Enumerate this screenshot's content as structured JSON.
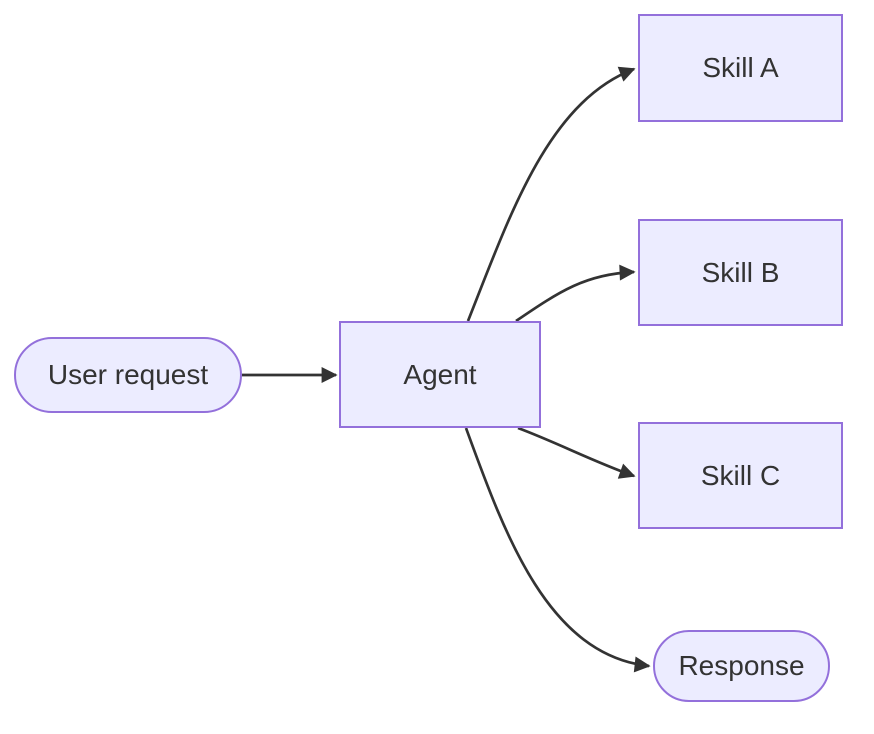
{
  "diagram": {
    "type": "flowchart",
    "direction": "left-to-right",
    "colors": {
      "background": "#ffffff",
      "node_fill": "#ECECFF",
      "node_border": "#9370DB",
      "text": "#333333",
      "edge": "#333333"
    },
    "nodes": [
      {
        "id": "user_request",
        "label": "User request",
        "shape": "stadium"
      },
      {
        "id": "agent",
        "label": "Agent",
        "shape": "rectangle"
      },
      {
        "id": "skill_a",
        "label": "Skill A",
        "shape": "rectangle"
      },
      {
        "id": "skill_b",
        "label": "Skill B",
        "shape": "rectangle"
      },
      {
        "id": "skill_c",
        "label": "Skill C",
        "shape": "rectangle"
      },
      {
        "id": "response",
        "label": "Response",
        "shape": "stadium"
      }
    ],
    "edges": [
      {
        "from": "user_request",
        "to": "agent",
        "style": "arrow"
      },
      {
        "from": "agent",
        "to": "skill_a",
        "style": "arrow"
      },
      {
        "from": "agent",
        "to": "skill_b",
        "style": "arrow"
      },
      {
        "from": "agent",
        "to": "skill_c",
        "style": "arrow"
      },
      {
        "from": "agent",
        "to": "response",
        "style": "arrow"
      }
    ]
  }
}
